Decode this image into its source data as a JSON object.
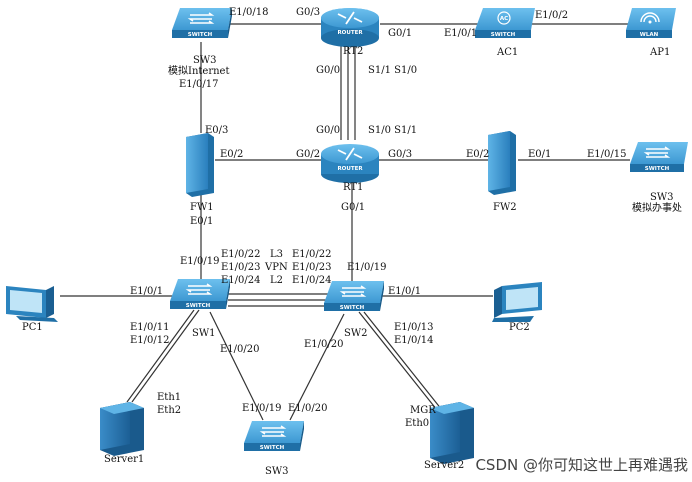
{
  "devices": {
    "sw3_top": {
      "name": "SW3",
      "label": "模拟Internet",
      "icon_text": "SWITCH"
    },
    "rt2": {
      "name": "RT2",
      "icon_text": "ROUTER"
    },
    "ac1": {
      "name": "AC1",
      "icon_text": "SWITCH",
      "badge": "AC"
    },
    "ap1": {
      "name": "AP1",
      "icon_text": "WLAN"
    },
    "fw1": {
      "name": "FW1"
    },
    "rt1": {
      "name": "RT1",
      "icon_text": "ROUTER"
    },
    "fw2": {
      "name": "FW2"
    },
    "sw3_office": {
      "name": "SW3",
      "label": "模拟办事处",
      "icon_text": "SWITCH"
    },
    "pc1": {
      "name": "PC1"
    },
    "sw1": {
      "name": "SW1",
      "icon_text": "SWITCH"
    },
    "sw2": {
      "name": "SW2",
      "icon_text": "SWITCH"
    },
    "pc2": {
      "name": "PC2"
    },
    "server1": {
      "name": "Server1"
    },
    "sw3_bottom": {
      "name": "SW3",
      "icon_text": "SWITCH"
    },
    "server2": {
      "name": "Server2"
    }
  },
  "ports": {
    "sw3_e1018": "E1/0/18",
    "rt2_g03": "G0/3",
    "rt2_g01": "G0/1",
    "ac1_e101": "E1/0/1",
    "ac1_e102": "E1/0/2",
    "sw3_e1017": "E1/0/17",
    "rt2_g00": "G0/0",
    "rt2_s11_s10": "S1/1 S1/0",
    "fw1_e03": "E0/3",
    "rt1_g00": "G0/0",
    "rt1_s10_s11": "S1/0 S1/1",
    "fw1_e02": "E0/2",
    "rt1_g02": "G0/2",
    "rt1_g03": "G0/3",
    "fw2_e02": "E0/2",
    "fw2_e01": "E0/1",
    "sw3o_e1015": "E1/0/15",
    "fw1_e01": "E0/1",
    "rt1_g01": "G0/1",
    "sw1_e1019": "E1/0/19",
    "sw1_e1022": "E1/0/22",
    "sw1_e1023": "E1/0/23",
    "sw1_e1024": "E1/0/24",
    "tag_l3": "L3",
    "tag_vpn": "VPN",
    "tag_l2": "L2",
    "sw2_e1022": "E1/0/22",
    "sw2_e1023": "E1/0/23",
    "sw2_e1024": "E1/0/24",
    "sw2_e1019": "E1/0/19",
    "sw1_e101": "E1/0/1",
    "sw2_e101": "E1/0/1",
    "sw1_e1011": "E1/0/11",
    "sw1_e1012": "E1/0/12",
    "sw2_e1013": "E1/0/13",
    "sw2_e1014": "E1/0/14",
    "sw1_e1020": "E1/0/20",
    "sw2_e1020": "E1/0/20",
    "srv1_eth1": "Eth1",
    "srv1_eth2": "Eth2",
    "sw3b_e1019": "E1/0/19",
    "sw3b_e1020": "E1/0/20",
    "srv2_mgr": "MGR",
    "srv2_eth0": "Eth0"
  },
  "watermark": "CSDN @你可知这世上再难遇我",
  "colors": {
    "device_top": "#4aa3d8",
    "device_side": "#1f6fa6",
    "device_front": "#2b84bf",
    "line": "#333333"
  }
}
